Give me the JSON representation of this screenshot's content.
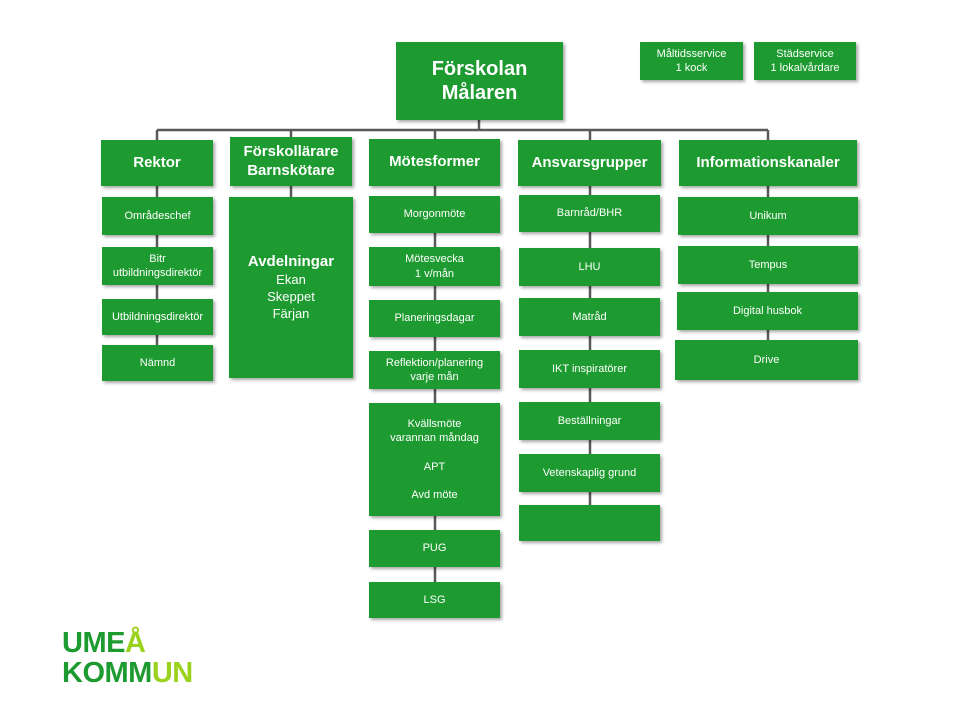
{
  "colors": {
    "box_fill": "#1e9b30",
    "connector": "#595959",
    "logo_dark": "#1e9b30",
    "logo_light": "#9bd21e"
  },
  "root": {
    "line1": "Förskolan",
    "line2": "Målaren"
  },
  "side_boxes": [
    {
      "line1": "Måltidsservice",
      "line2": "1 kock"
    },
    {
      "line1": "Städservice",
      "line2": "1 lokalvårdare"
    }
  ],
  "columns": [
    {
      "header": [
        "Rektor"
      ],
      "items": [
        [
          "Områdeschef"
        ],
        [
          "Bitr",
          "utbildningsdirektör"
        ],
        [
          "Utbildningsdirektör"
        ],
        [
          "Nämnd"
        ]
      ]
    },
    {
      "header": [
        "Förskollärare",
        "Barnskötare"
      ],
      "big_item": {
        "title": "Avdelningar",
        "lines": [
          "Ekan",
          "Skeppet",
          "Färjan"
        ]
      }
    },
    {
      "header": [
        "Mötesformer"
      ],
      "items": [
        [
          "Morgonmöte"
        ],
        [
          "Mötesvecka",
          "1 v/mån"
        ],
        [
          "Planeringsdagar"
        ],
        [
          "Reflektion/planering",
          "varje mån"
        ],
        [
          "Kvällsmöte",
          "varannan måndag",
          "",
          "APT",
          "",
          "Avd möte"
        ],
        [
          "PUG"
        ],
        [
          "LSG"
        ]
      ]
    },
    {
      "header": [
        "Ansvarsgrupper"
      ],
      "items": [
        [
          "Barnråd/BHR"
        ],
        [
          "LHU"
        ],
        [
          "Matråd"
        ],
        [
          "IKT inspiratörer"
        ],
        [
          "Beställningar"
        ],
        [
          "Vetenskaplig  grund"
        ],
        [
          ""
        ]
      ]
    },
    {
      "header": [
        "Informationskanaler"
      ],
      "items": [
        [
          "Unikum"
        ],
        [
          "Tempus"
        ],
        [
          "Digital husbok"
        ],
        [
          "Drive"
        ]
      ]
    }
  ],
  "logo": {
    "line1": [
      "UME",
      "Å"
    ],
    "line2": [
      "KOMM",
      "UN"
    ]
  }
}
